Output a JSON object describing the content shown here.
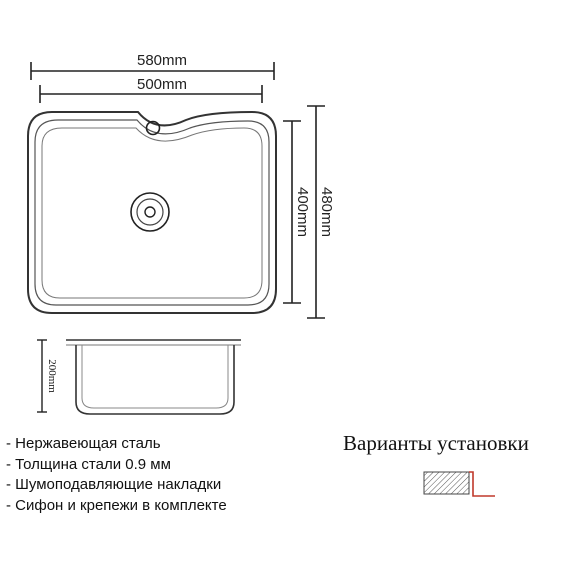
{
  "dimensions": {
    "outer_width": "580mm",
    "inner_width": "500mm",
    "outer_height": "480mm",
    "inner_height": "400mm",
    "depth": "200mm"
  },
  "specs": [
    "- Нержавеющая сталь",
    "- Толщина стали 0.9 мм",
    "- Шумоподавляющие накладки",
    "- Сифон и крепежи в комплекте"
  ],
  "installation": {
    "title": "Варианты установки",
    "hatch_color": "#555555",
    "accent_color": "#c0392b"
  }
}
